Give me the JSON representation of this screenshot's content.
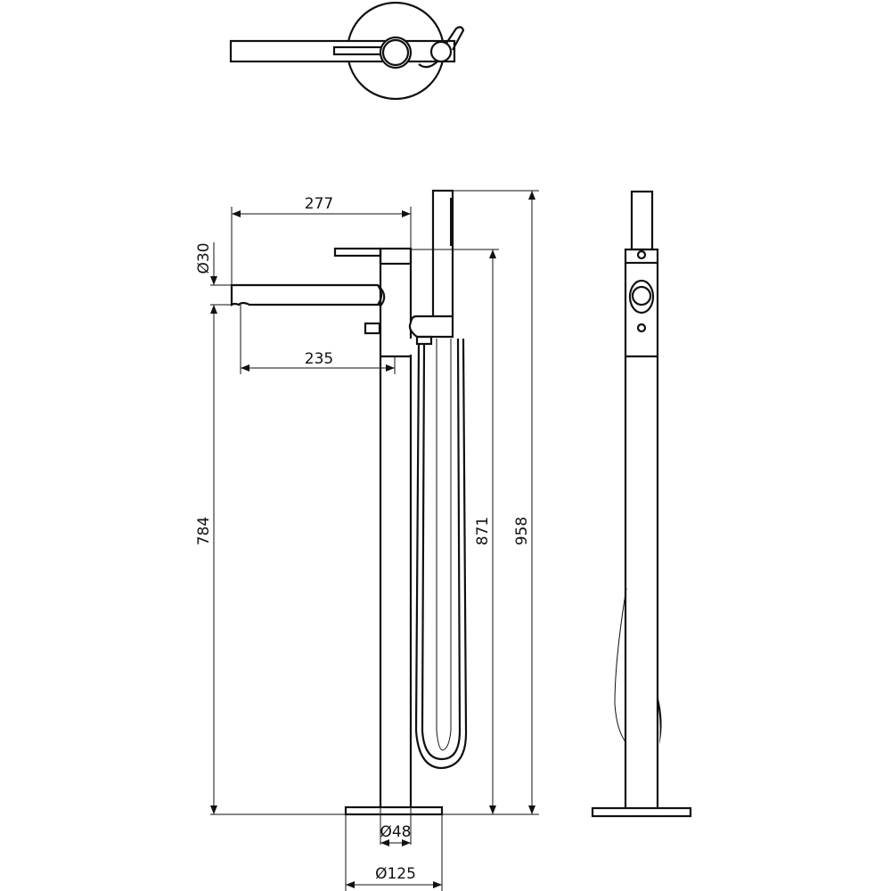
{
  "drawing": {
    "views": [
      "top-view",
      "front-view",
      "side-view"
    ],
    "dimensions": {
      "spout_reach_total": "277",
      "spout_reach": "235",
      "spout_diameter": "Ø30",
      "spout_height": "784",
      "lever_height": "871",
      "total_height": "958",
      "column_diameter": "Ø48",
      "base_diameter": "Ø125"
    },
    "colors": {
      "line": "#111111",
      "background": "#ffffff"
    }
  }
}
